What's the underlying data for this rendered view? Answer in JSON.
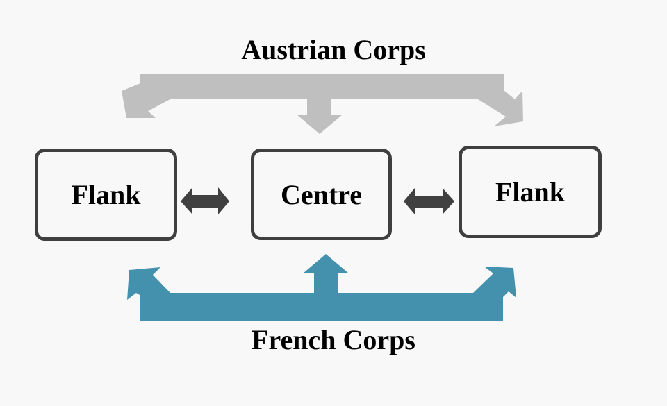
{
  "diagram": {
    "top_label": "Austrian Corps",
    "bottom_label": "French Corps",
    "nodes": [
      {
        "id": "left",
        "label": "Flank"
      },
      {
        "id": "center",
        "label": "Centre"
      },
      {
        "id": "right",
        "label": "Flank"
      }
    ],
    "edges": [
      {
        "from": "Austrian Corps",
        "to": [
          "left",
          "center",
          "right"
        ],
        "color": "#bfbfbf"
      },
      {
        "from": "French Corps",
        "to": [
          "left",
          "center",
          "right"
        ],
        "color": "#4491ad"
      },
      {
        "between": [
          "left",
          "center"
        ],
        "type": "bidirectional",
        "color": "#404040"
      },
      {
        "between": [
          "center",
          "right"
        ],
        "type": "bidirectional",
        "color": "#404040"
      }
    ]
  }
}
